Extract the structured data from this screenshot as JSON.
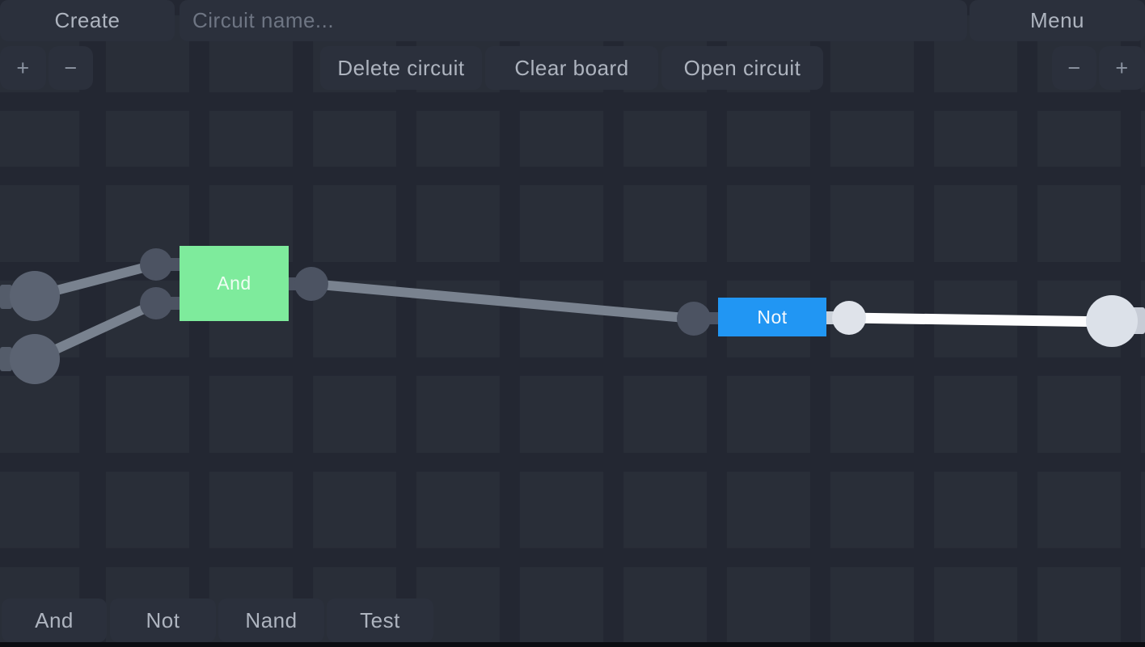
{
  "topbar": {
    "create_label": "Create",
    "circuit_name_placeholder": "Circuit name...",
    "circuit_name_value": "",
    "menu_label": "Menu",
    "zoom_in_label": "+",
    "zoom_out_label": "−",
    "delete_circuit_label": "Delete circuit",
    "clear_board_label": "Clear board",
    "open_circuit_label": "Open circuit"
  },
  "palette": {
    "items": [
      {
        "label": "And"
      },
      {
        "label": "Not"
      },
      {
        "label": "Nand"
      },
      {
        "label": "Test"
      }
    ]
  },
  "canvas": {
    "gates": [
      {
        "type": "and",
        "label": "And",
        "color": "#7eeb9c"
      },
      {
        "type": "not",
        "label": "Not",
        "color": "#2196f3"
      }
    ],
    "colors": {
      "background_tile": "#292e38",
      "grid_gap": "#232732",
      "wire_inactive": "#79828f",
      "wire_active": "#fdfdfe",
      "pin_dark": "#4c5362",
      "pin_active": "#dfe3ea",
      "input_node": "#5b6372",
      "output_node_active": "#dce1e9"
    }
  }
}
